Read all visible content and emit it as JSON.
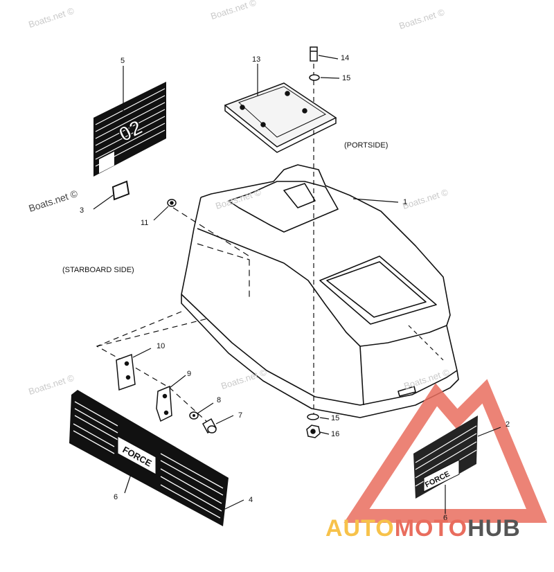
{
  "watermarks": [
    "Boats.net ©",
    "Boats.net ©",
    "Boats.net ©",
    "Boats.net ©",
    "Boats.net ©",
    "Boats.net ©",
    "Boats.net ©",
    "Boats.net ©",
    "Boats.net ©"
  ],
  "notes": {
    "portside": "(PORTSIDE)",
    "starboard": "(STARBOARD SIDE)"
  },
  "decal_text": {
    "model": "02",
    "logo_front": "FORCE",
    "logo_side": "FORCE"
  },
  "callouts": [
    "1",
    "2",
    "3",
    "4",
    "5",
    "6",
    "6",
    "7",
    "8",
    "9",
    "10",
    "11",
    "13",
    "14",
    "15",
    "15",
    "16"
  ],
  "brand": {
    "auto": "AUTO",
    "moto": "MOTO",
    "hub": "HUB"
  },
  "colors": {
    "logo_red": "#e96d5e",
    "logo_yellow": "#f7c24a",
    "logo_gray": "#555555"
  }
}
